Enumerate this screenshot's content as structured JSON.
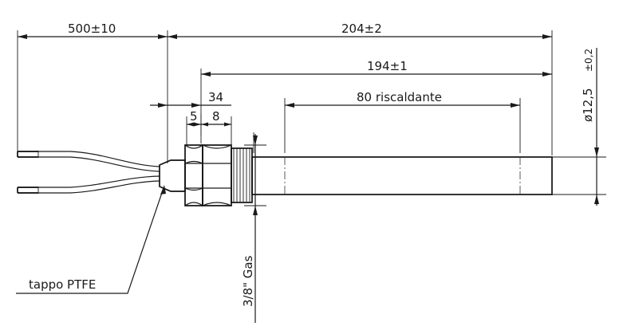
{
  "dimensions": {
    "cable_length": "500±10",
    "overall_length": "204±2",
    "sheath_length": "194±1",
    "heated_offset": "34",
    "heated_length": "80 riscaldante",
    "hex_width": "5",
    "thread_width": "8",
    "diameter_main": "ø12,5",
    "diameter_tol": "±0,2"
  },
  "labels": {
    "plug": "tappo PTFE",
    "thread": "3/8\" Gas"
  }
}
